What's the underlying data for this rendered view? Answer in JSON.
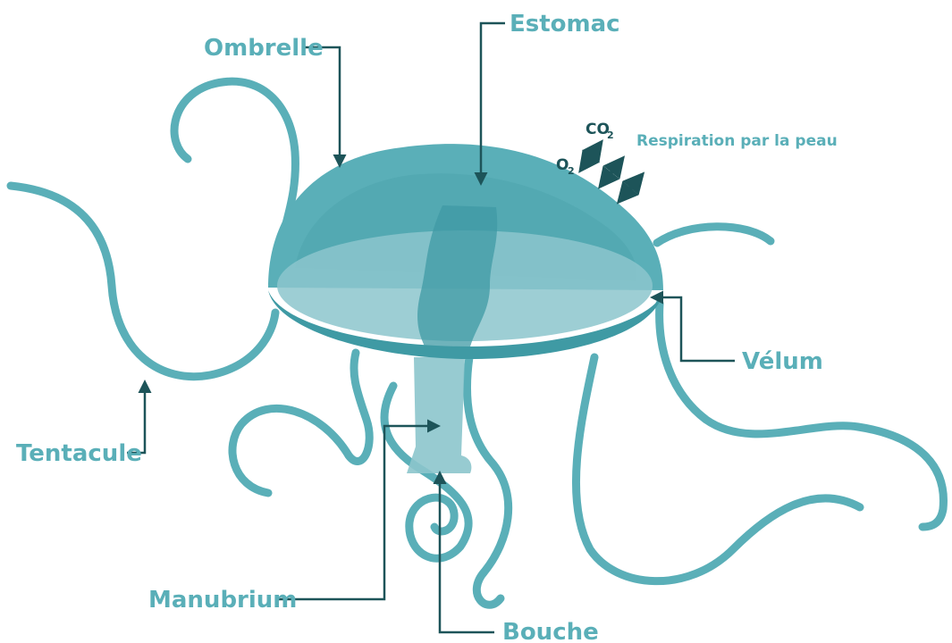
{
  "labels": {
    "ombrelle": "Ombrelle",
    "estomac": "Estomac",
    "respiration": "Respiration par la peau",
    "velum": "Vélum",
    "tentacule": "Tentacule",
    "manubrium": "Manubrium",
    "bouche": "Bouche"
  },
  "gases": {
    "co2_main": "CO",
    "co2_sub": "2",
    "o2_main": "O",
    "o2_sub": "2"
  },
  "colors": {
    "body": "#5aafb8",
    "body_dark": "#3f9aa4",
    "body_light": "#8cc5cc",
    "label": "#5aafb8",
    "leader": "#1d5459"
  }
}
